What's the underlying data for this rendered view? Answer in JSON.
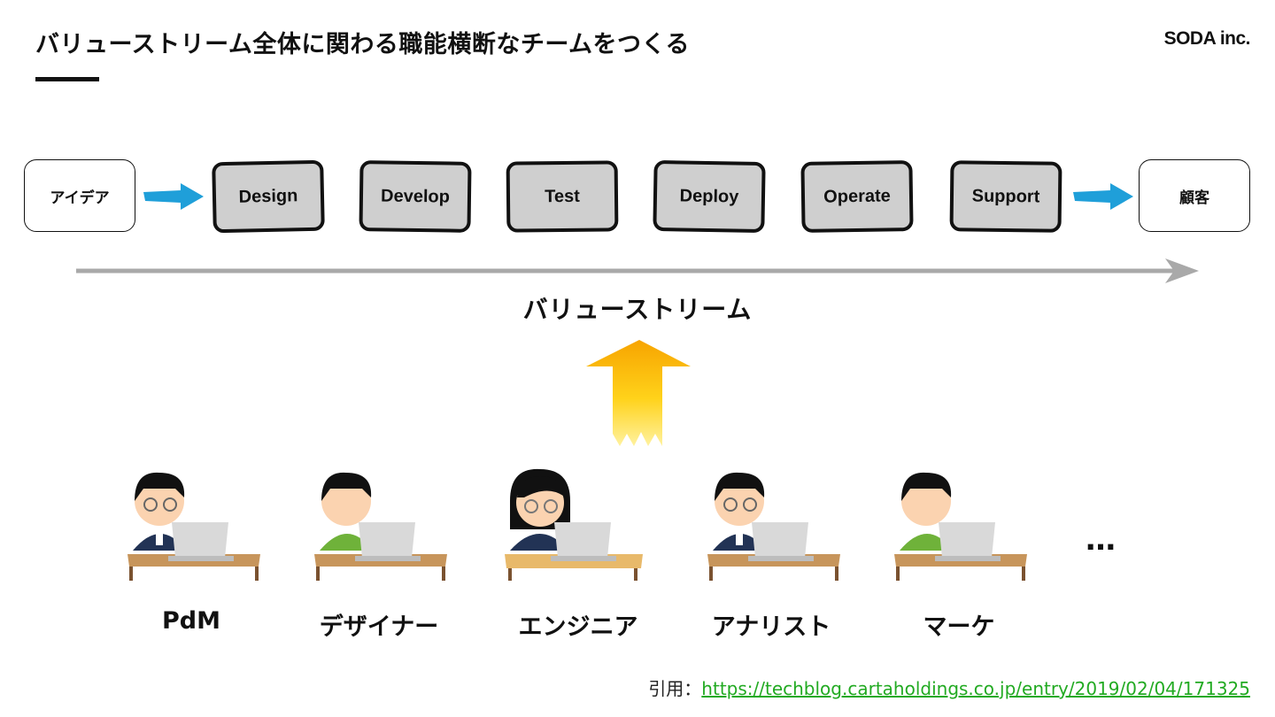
{
  "header": {
    "title": "バリューストリーム全体に関わる職能横断なチームをつくる",
    "brand": "SODA inc."
  },
  "flow": {
    "start": "アイデア",
    "stages": [
      "Design",
      "Develop",
      "Test",
      "Deploy",
      "Operate",
      "Support"
    ],
    "end": "顧客",
    "stream_label": "バリューストリーム"
  },
  "roles": [
    "PdM",
    "デザイナー",
    "エンジニア",
    "アナリスト",
    "マーケ"
  ],
  "more": "…",
  "citation": {
    "prefix": "引用：",
    "link": "https://techblog.cartaholdings.co.jp/entry/2019/02/04/171325"
  },
  "colors": {
    "flow_arrow": "#1f9fd9",
    "stream_arrow": "#a9a9a9",
    "stage_fill": "#cfcfcf",
    "up_arrow_top": "#f7a400",
    "up_arrow_bottom": "#fff2a0",
    "link": "#22aa22"
  }
}
